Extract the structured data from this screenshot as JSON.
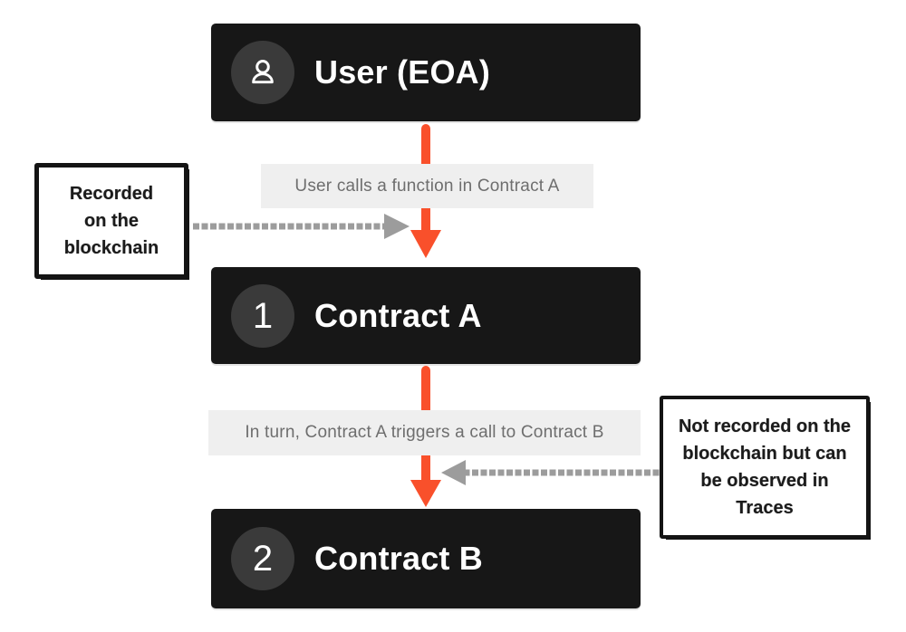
{
  "nodes": {
    "user": {
      "label": "User (EOA)",
      "icon": "person-icon"
    },
    "contractA": {
      "badge": "1",
      "label": "Contract A"
    },
    "contractB": {
      "badge": "2",
      "label": "Contract B"
    }
  },
  "edges": {
    "userToA": {
      "label": "User calls a function in Contract A"
    },
    "aToB": {
      "label": "In turn, Contract A triggers a call to Contract B"
    }
  },
  "notes": {
    "left": {
      "text": "Recorded\non the\nblockchain"
    },
    "right": {
      "text": "Not recorded on the\nblockchain but can\nbe observed in\nTraces"
    }
  },
  "colors": {
    "accent_orange": "#F9502B",
    "arrow_gray": "#9C9C9C",
    "node_bg": "#171717",
    "badge_bg": "#3A3A3A",
    "node_text": "#FFFFFF",
    "edge_label_bg": "#EFEFEF",
    "edge_label_text": "#6E6E6E",
    "note_border": "#141414",
    "note_text": "#1B1B1B"
  }
}
